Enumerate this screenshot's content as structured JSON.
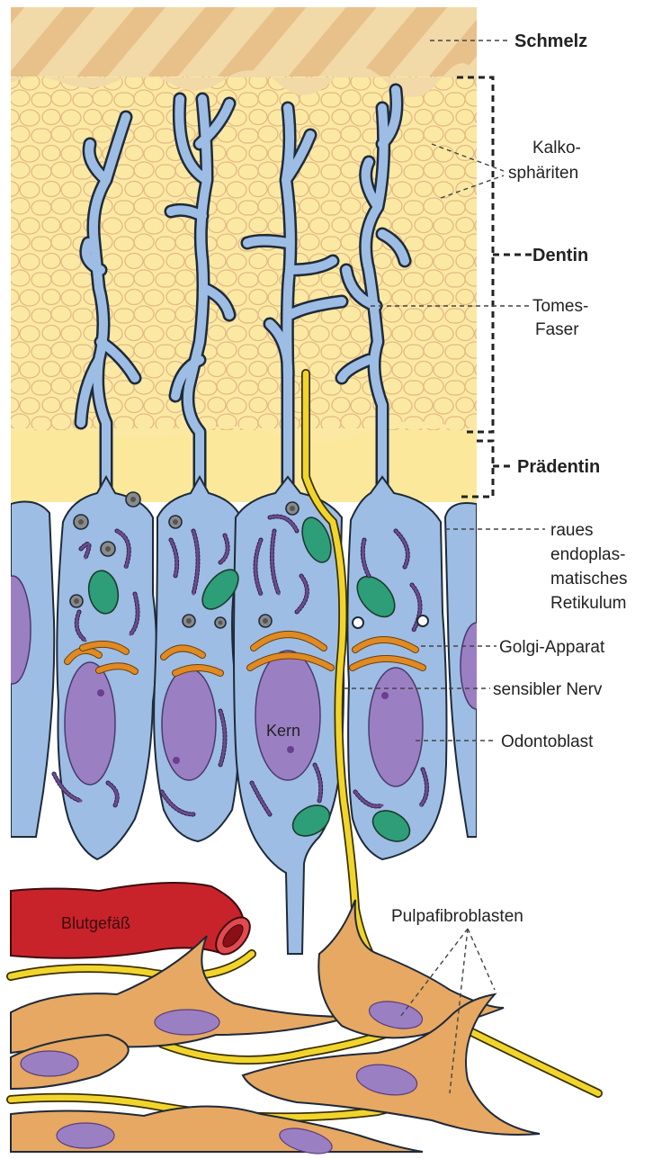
{
  "labels": {
    "enamel": "Schmelz",
    "calcospherites": [
      "Kalko-",
      "sphäriten"
    ],
    "dentin": "Dentin",
    "tomes_fiber": [
      "Tomes-",
      "Faser"
    ],
    "predentin": "Prädentin",
    "rough_er": [
      "raues",
      "endoplas-",
      "matisches",
      "Retikulum"
    ],
    "golgi": "Golgi-Apparat",
    "sensory_nerve": "sensibler Nerv",
    "odontoblast": "Odontoblast",
    "nucleus": "Kern",
    "blood_vessel": "Blutgefäß",
    "pulp_fibroblasts": "Pulpafibroblasten"
  },
  "colors": {
    "enamel": "#f2d9a8",
    "enamel_stripe": "#e8c08a",
    "dentin": "#fbe9a3",
    "dentin_cell_border": "#e5b985",
    "predentin": "#fbe89a",
    "odontoblast": "#9dbde4",
    "nucleus": "#9b7fc3",
    "mitochondrion": "#2e9e78",
    "golgi": "#e08a24",
    "nerve": "#f2d52c",
    "blood_vessel": "#c8232b",
    "fibroblast": "#e6a862"
  }
}
